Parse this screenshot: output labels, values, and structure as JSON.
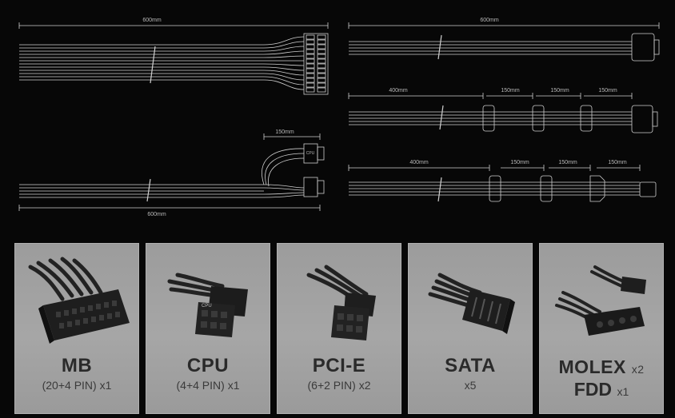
{
  "diagram": {
    "mb_cable_length": "600mm",
    "cpu_cable_length": "600mm",
    "cpu_split_length": "150mm",
    "cpu_connector_label": "CPU",
    "pcie_cable_length": "600mm",
    "sata_main_length": "400mm",
    "sata_segment_1": "150mm",
    "sata_segment_2": "150mm",
    "sata_segment_3": "150mm",
    "molex_main_length": "400mm",
    "molex_segment_1": "150mm",
    "molex_segment_2": "150mm",
    "molex_segment_3": "150mm"
  },
  "cards": [
    {
      "title": "MB",
      "subtitle": "(20+4 PIN) x1"
    },
    {
      "title": "CPU",
      "subtitle": "(4+4 PIN) x1",
      "connector_label": "CPU"
    },
    {
      "title": "PCI-E",
      "subtitle": "(6+2 PIN) x2"
    },
    {
      "title": "SATA",
      "subtitle": "x5"
    },
    {
      "title": "MOLEX",
      "title_qty": "x2",
      "title2": "FDD",
      "title2_qty": "x1"
    }
  ],
  "colors": {
    "background": "#070707",
    "card": "#a3a3a3",
    "line": "#cfcfcf"
  }
}
